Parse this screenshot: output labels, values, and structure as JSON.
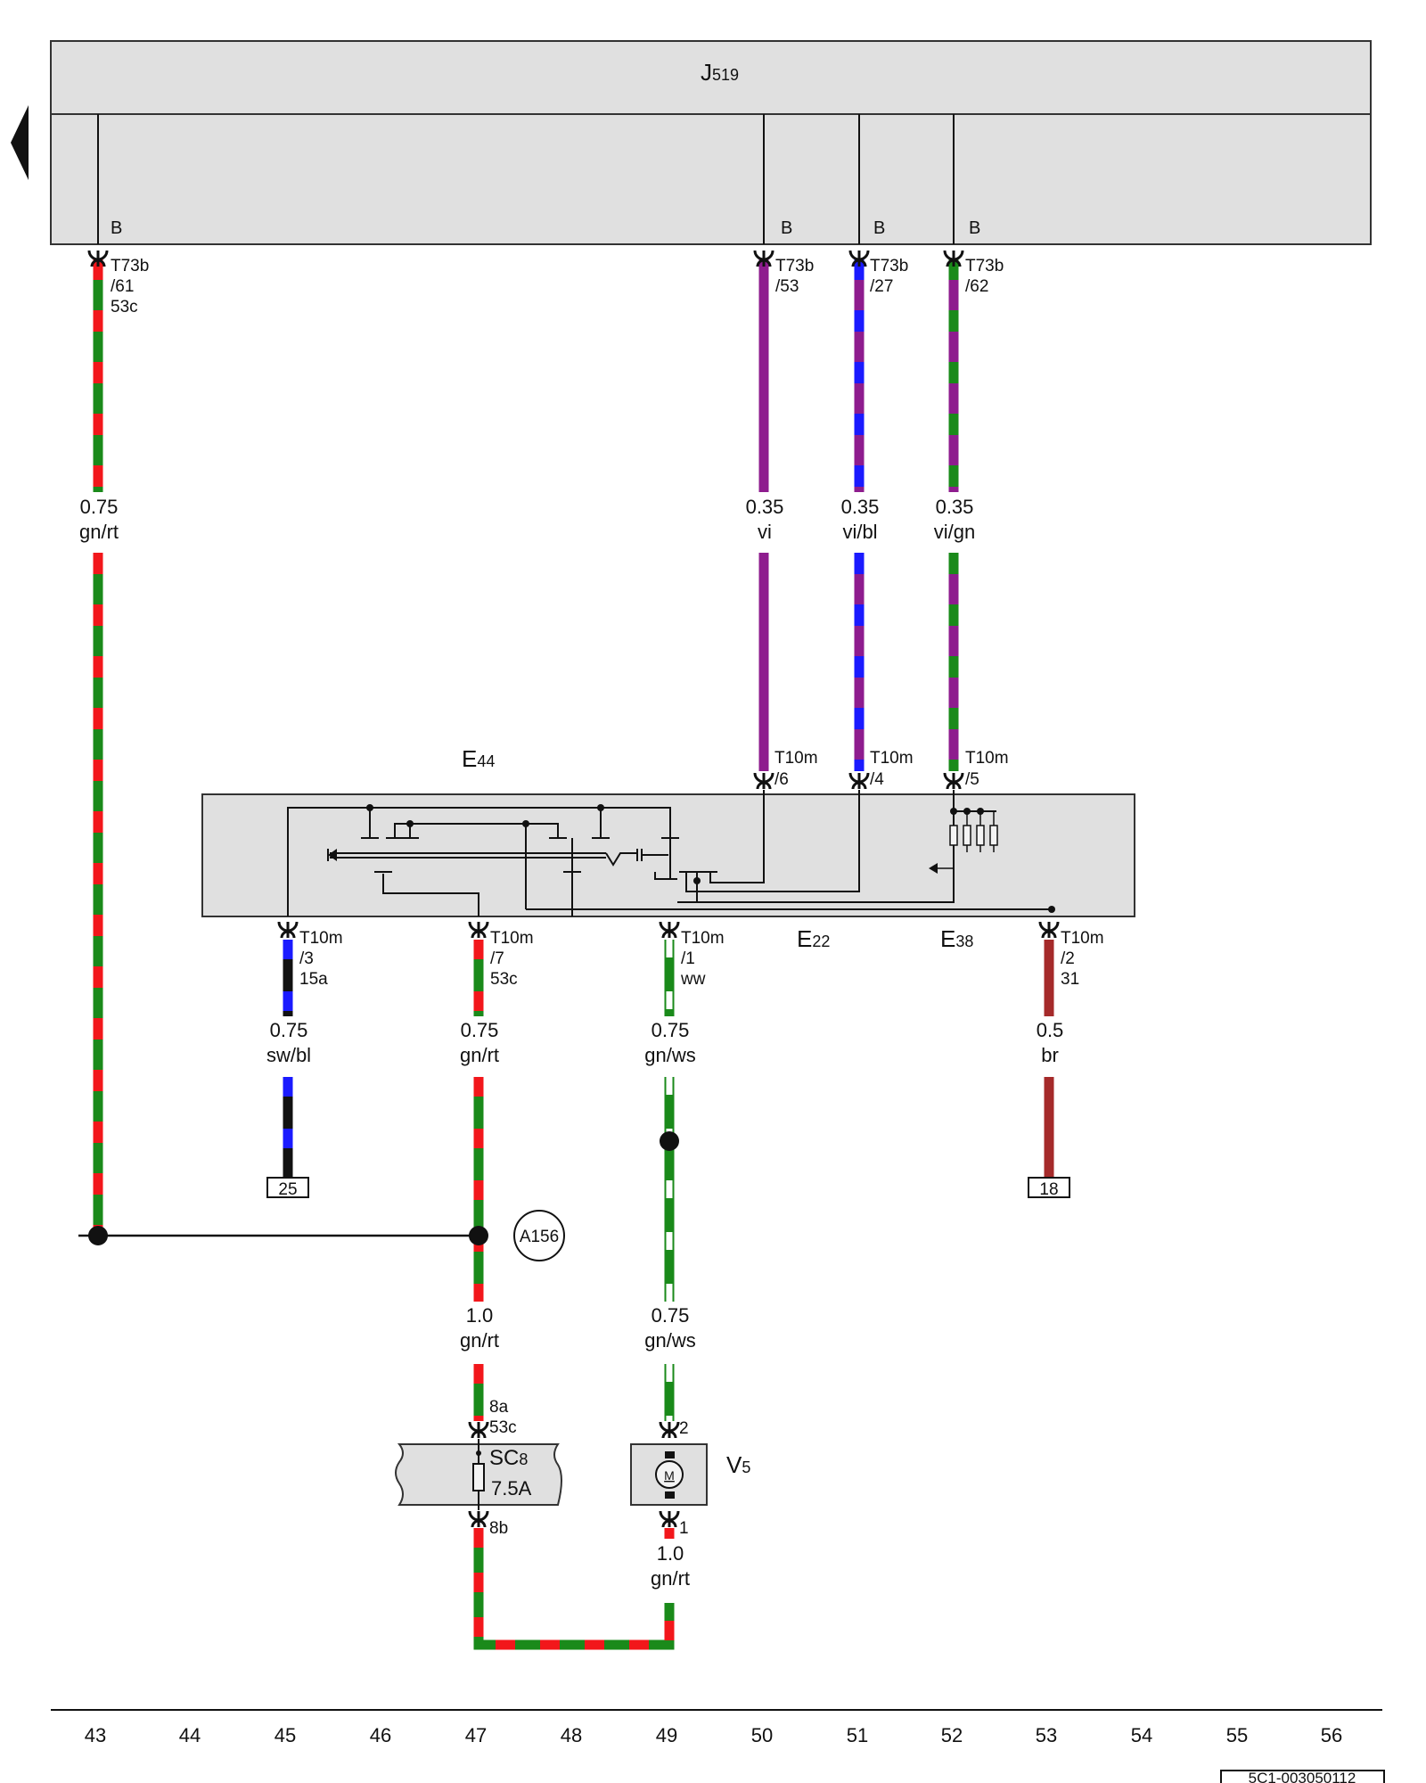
{
  "components": {
    "j519": {
      "name": "J",
      "sub": "519"
    },
    "e44": {
      "name": "E",
      "sub": "44"
    },
    "e22": {
      "name": "E",
      "sub": "22"
    },
    "e38": {
      "name": "E",
      "sub": "38"
    },
    "sc8": {
      "name": "SC",
      "sub": "8",
      "rating": "7.5A"
    },
    "v5": {
      "name": "V",
      "sub": "5",
      "motor": "M"
    },
    "a156": "A156"
  },
  "ground_refs": {
    "left": "25",
    "right": "18"
  },
  "top_wires": [
    {
      "id": "43",
      "pin": "B",
      "conn": "T73b",
      "conn_pin": "/61",
      "term": "53c",
      "size": "0.75",
      "color": "gn/rt"
    },
    {
      "id": "50",
      "pin": "B",
      "conn": "T73b",
      "conn_pin": "/53",
      "term": "",
      "size": "0.35",
      "color": "vi"
    },
    {
      "id": "51",
      "pin": "B",
      "conn": "T73b",
      "conn_pin": "/27",
      "term": "",
      "size": "0.35",
      "color": "vi/bl"
    },
    {
      "id": "52",
      "pin": "B",
      "conn": "T73b",
      "conn_pin": "/62",
      "term": "",
      "size": "0.35",
      "color": "vi/gn"
    }
  ],
  "e44_top_pins": [
    {
      "conn": "T10m",
      "pin": "/6"
    },
    {
      "conn": "T10m",
      "pin": "/4"
    },
    {
      "conn": "T10m",
      "pin": "/5"
    }
  ],
  "e44_bottom_pins": [
    {
      "conn": "T10m",
      "pin": "/3",
      "term": "15a",
      "size": "0.75",
      "color": "sw/bl"
    },
    {
      "conn": "T10m",
      "pin": "/7",
      "term": "53c",
      "size": "0.75",
      "color": "gn/rt"
    },
    {
      "conn": "T10m",
      "pin": "/1",
      "term": "ww",
      "size": "0.75",
      "color": "gn/ws"
    },
    {
      "conn": "T10m",
      "pin": "/2",
      "term": "31",
      "size": "0.5",
      "color": "br"
    }
  ],
  "lower_wires": {
    "w47": {
      "size": "1.0",
      "color": "gn/rt"
    },
    "w49": {
      "size": "0.75",
      "color": "gn/ws"
    },
    "w49b": {
      "size": "1.0",
      "color": "gn/rt"
    }
  },
  "sc8_pins": {
    "top_pin": "8a",
    "top_term": "53c",
    "bottom_pin": "8b"
  },
  "v5_pins": {
    "top": "2",
    "bottom": "1"
  },
  "column_numbers": [
    "43",
    "44",
    "45",
    "46",
    "47",
    "48",
    "49",
    "50",
    "51",
    "52",
    "53",
    "54",
    "55",
    "56"
  ],
  "diagram_code": "5C1-003050112",
  "colors": {
    "gn": "#1a8a1a",
    "rt": "#f2171b",
    "vi": "#8e1c8e",
    "bl": "#1a1aff",
    "sw": "#111111",
    "ws": "#ffffff",
    "br": "#a52a2a",
    "panel": "#e0e0e0"
  }
}
